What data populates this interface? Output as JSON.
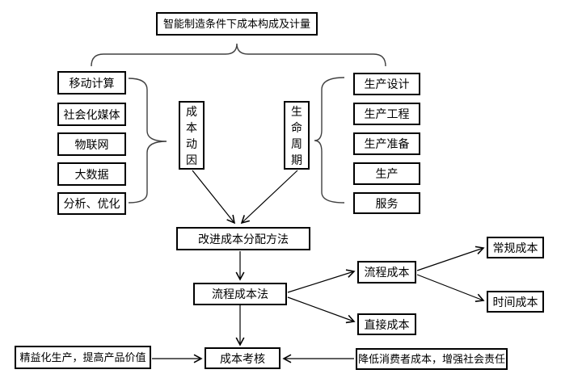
{
  "title": "智能制造条件下成本构成及计量",
  "left_group": {
    "items": [
      "移动计算",
      "社会化媒体",
      "物联网",
      "大数据",
      "分析、优化"
    ],
    "label": "成本动因"
  },
  "right_group": {
    "items": [
      "生产设计",
      "生产工程",
      "生产准备",
      "生产",
      "服务"
    ],
    "label": "生命周期"
  },
  "flow": {
    "improve": "改进成本分配方法",
    "method": "流程成本法",
    "process_cost": "流程成本",
    "regular_cost": "常规成本",
    "time_cost": "时间成本",
    "direct_cost": "直接成本",
    "assessment": "成本考核",
    "lean_note": "精益化生产，提高产品价值",
    "reduce_note": "降低消费者成本，增强社会责任"
  },
  "colors": {
    "background": "#ffffff",
    "box_border": "#000000",
    "arrow_line": "#000000",
    "brace_line": "#404040"
  }
}
